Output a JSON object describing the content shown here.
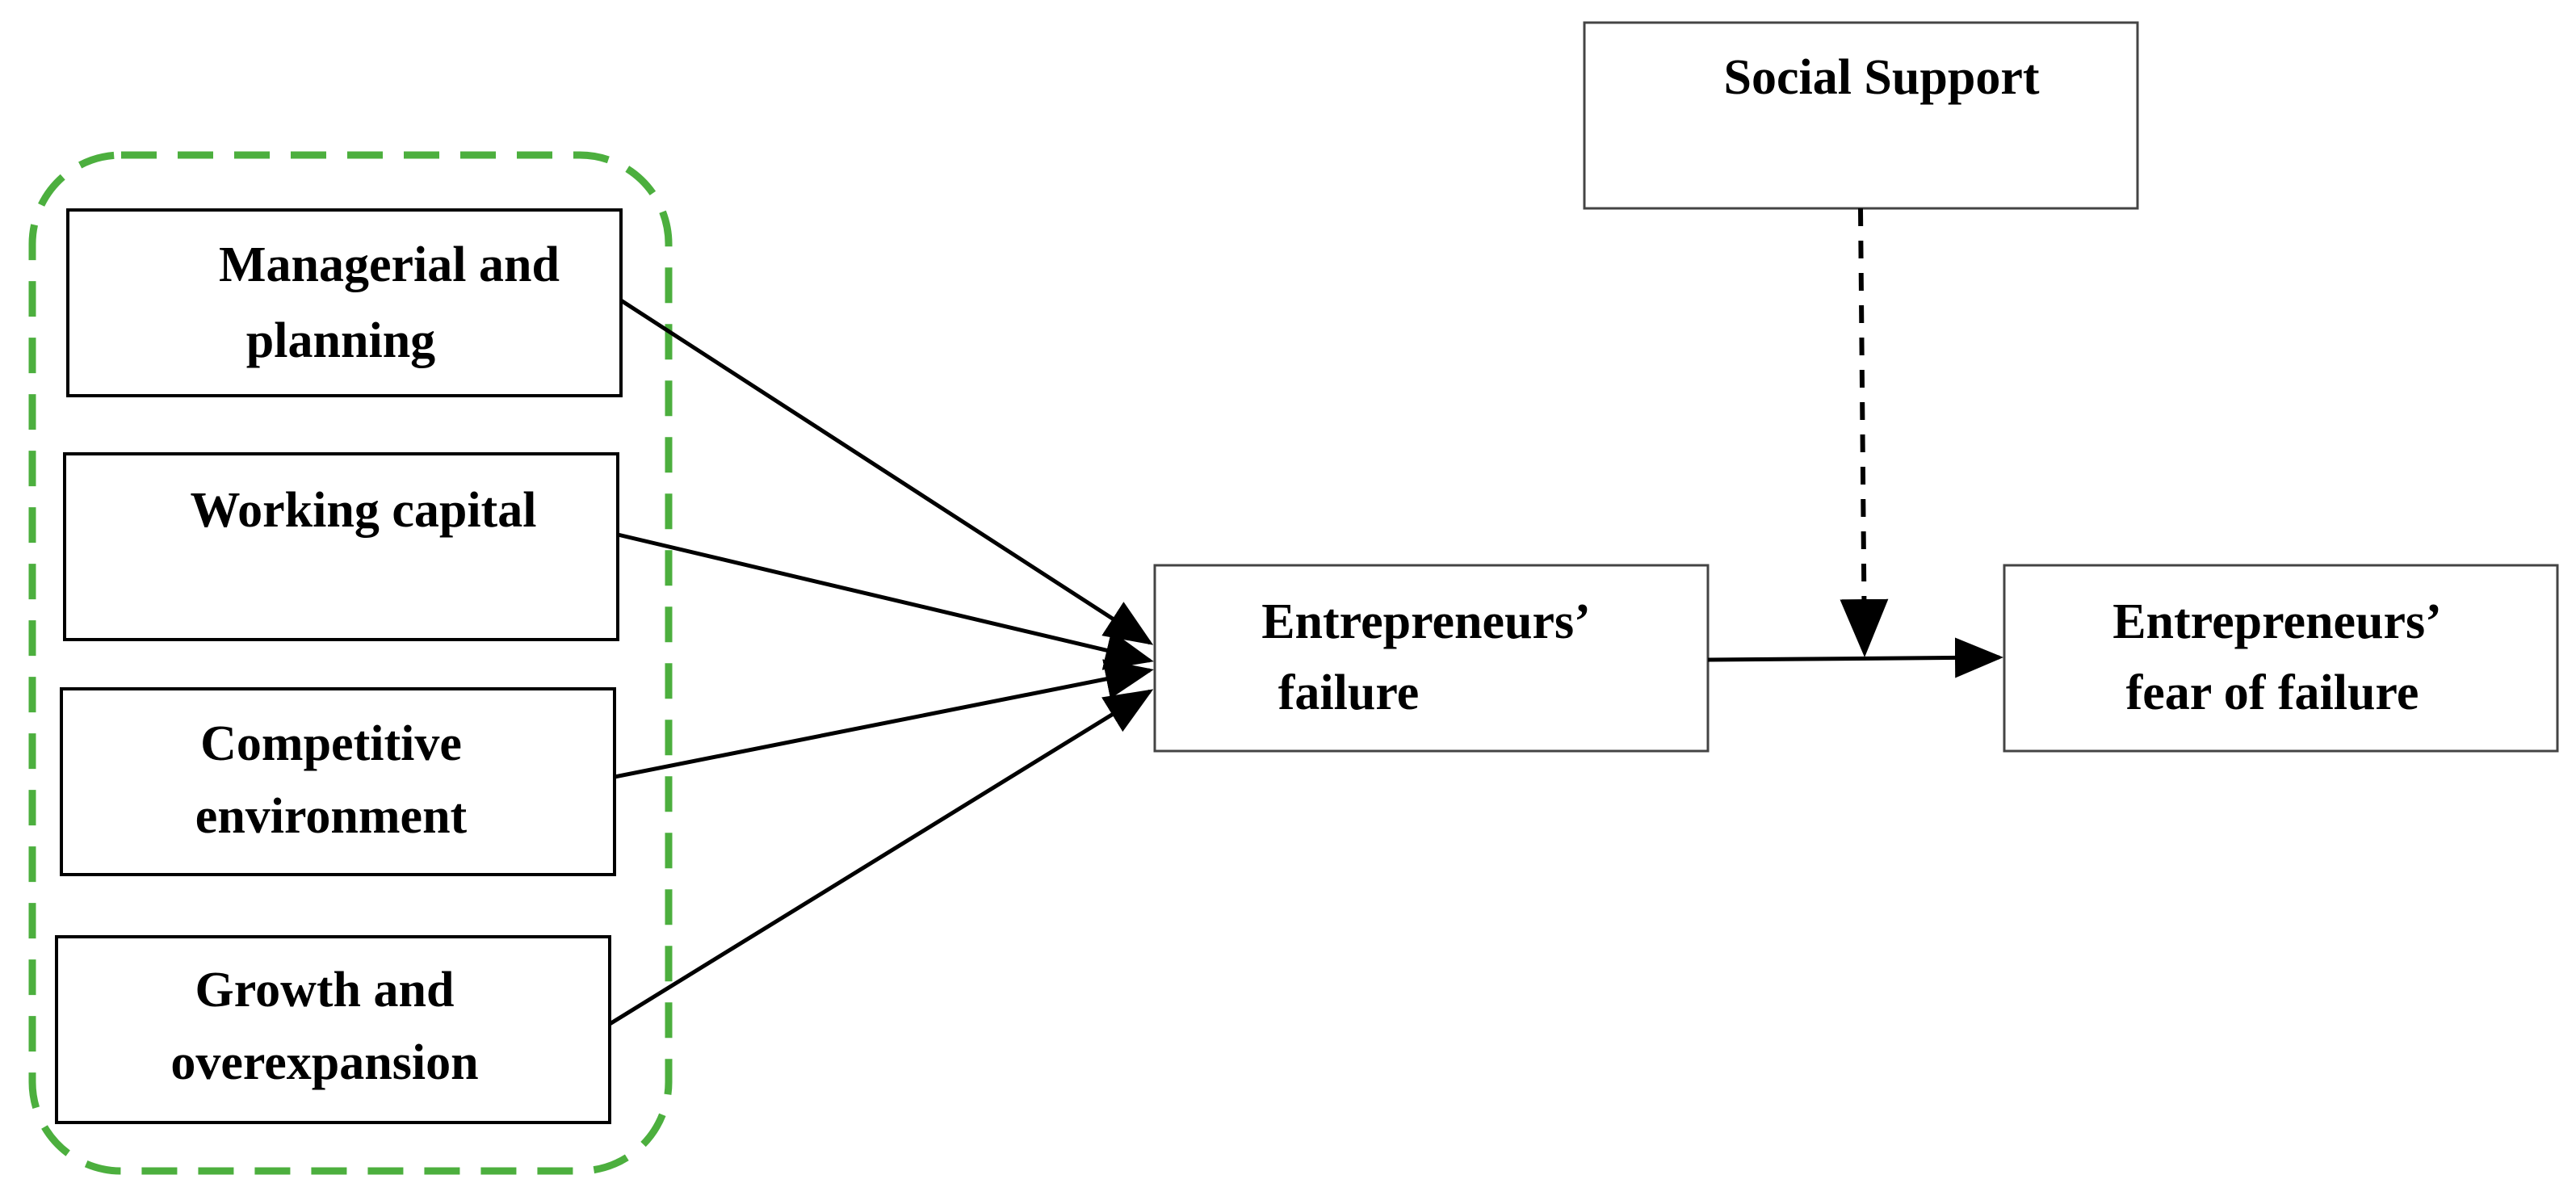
{
  "diagram": {
    "predictors": [
      {
        "line1": "Managerial and",
        "line2": "planning"
      },
      {
        "line1": "Working capital",
        "line2": ""
      },
      {
        "line1": "Competitive",
        "line2": "environment"
      },
      {
        "line1": "Growth and",
        "line2": "overexpansion"
      }
    ],
    "moderator": {
      "line1": "Social Support"
    },
    "mediator": {
      "line1": "Entrepreneurs’",
      "line2": "failure"
    },
    "outcome": {
      "line1": "Entrepreneurs’",
      "line2": "fear of failure"
    },
    "colors": {
      "group_border": "#4caf3e",
      "box_border": "#000000",
      "box_border_light": "#444444",
      "arrow": "#000000",
      "text": "#000000"
    }
  }
}
